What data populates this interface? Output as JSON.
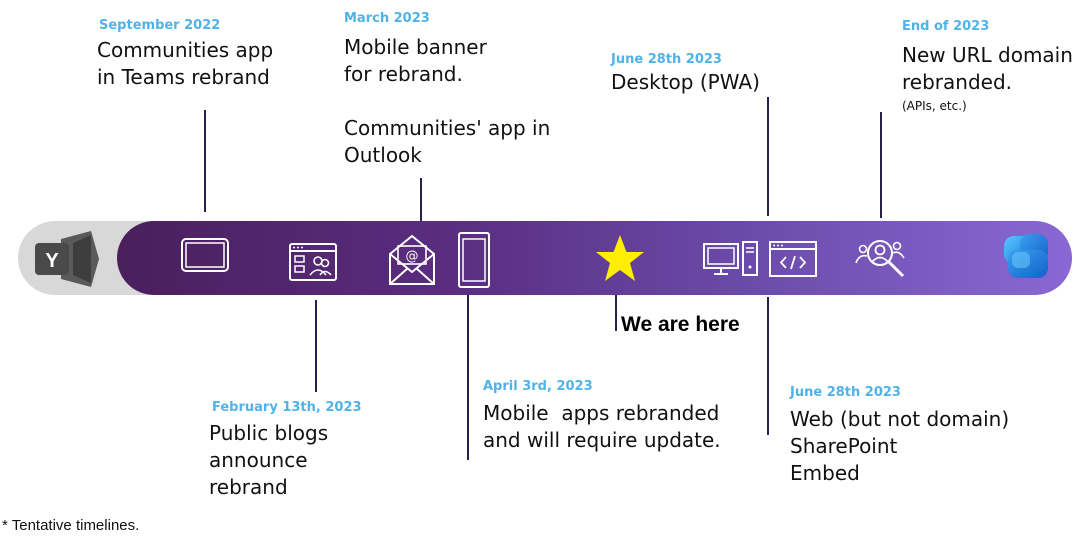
{
  "milestones": {
    "sep2022": {
      "date": "September 2022",
      "line1": "Communities app",
      "line2": "in Teams rebrand"
    },
    "feb2023": {
      "date": "February 13th, 2023",
      "line1": "Public blogs",
      "line2": "announce",
      "line3": "rebrand"
    },
    "mar2023": {
      "date": "March 2023",
      "line1": "Mobile banner",
      "line2": "for rebrand.",
      "line3": "Communities' app in",
      "line4": "Outlook"
    },
    "apr2023": {
      "date": "April 3rd, 2023",
      "line1": "Mobile  apps rebranded",
      "line2": "and will require update."
    },
    "jun2023a": {
      "date": "June 28th 2023",
      "line1": "Desktop (PWA)"
    },
    "jun2023b": {
      "date": "June 28th 2023",
      "line1": "Web (but not domain)",
      "line2": "SharePoint",
      "line3": "Embed"
    },
    "end2023": {
      "date": "End of 2023",
      "line1": "New URL domain",
      "line2": "rebranded.",
      "note": "(APIs, etc.)"
    }
  },
  "current_marker": "We are here",
  "footnote": "* Tentative timelines.",
  "logos": {
    "start": "Y",
    "start_name": "yammer-logo",
    "end_name": "viva-engage-logo"
  },
  "icons": [
    "tablet-icon",
    "web-people-icon",
    "email-icon",
    "phone-icon",
    "star-icon",
    "desktop-icon",
    "code-window-icon",
    "people-search-icon"
  ],
  "colors": {
    "date": "#4fb3e8",
    "bar_start": "#4a1f5c",
    "bar_end": "#8a68d4",
    "star": "#ffee00",
    "line": "#2a1f4a"
  }
}
